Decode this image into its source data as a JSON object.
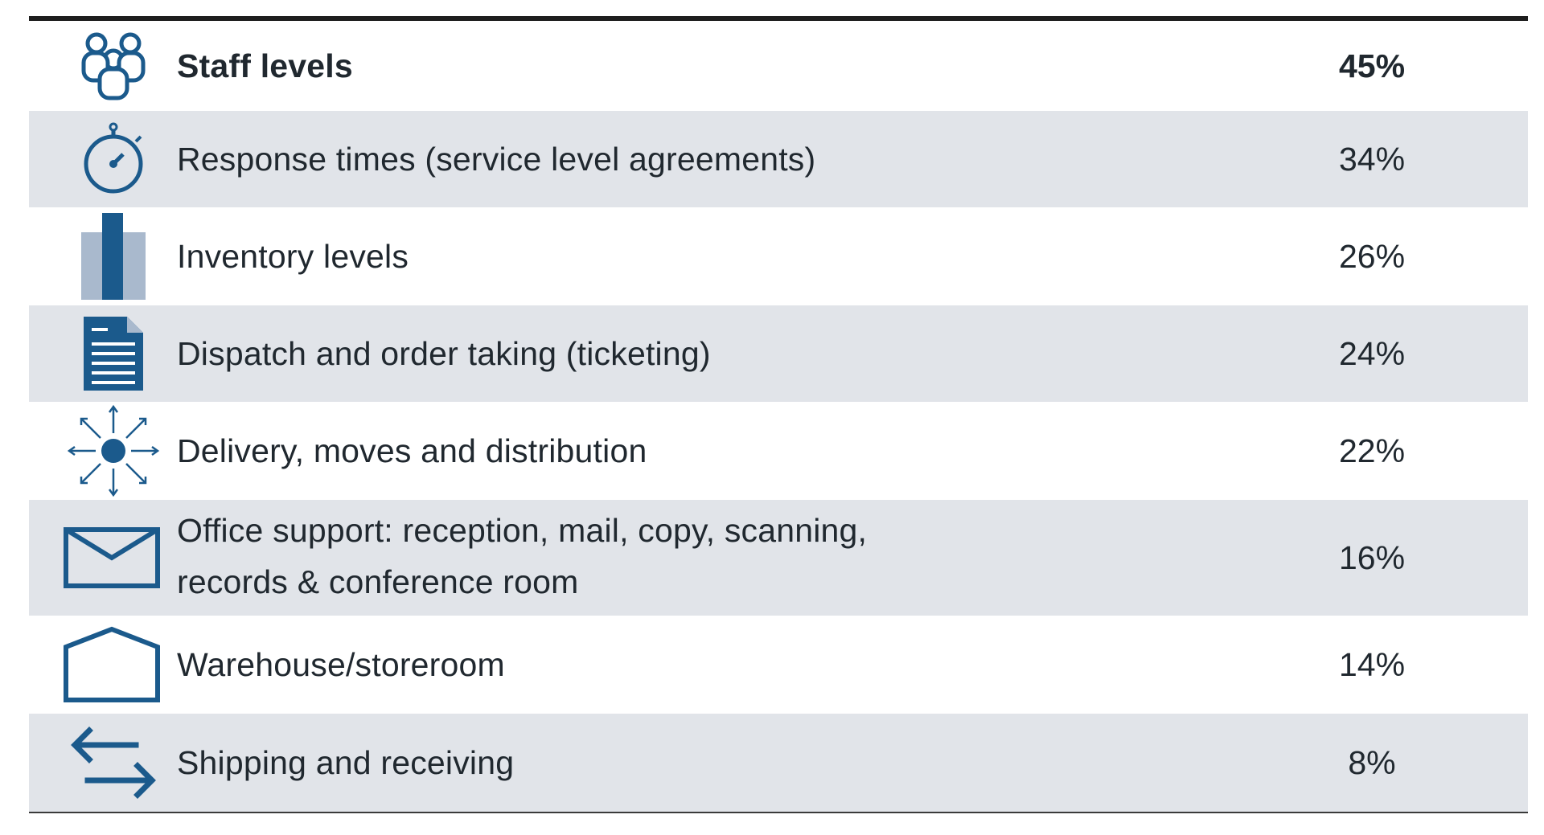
{
  "chart_data": {
    "type": "table",
    "columns": [
      "",
      ""
    ],
    "rows": [
      {
        "label": "Staff levels",
        "value": "45%",
        "icon": "people-group-icon",
        "emphasis": true
      },
      {
        "label": "Response times (service level agreements)",
        "value": "34%",
        "icon": "stopwatch-icon",
        "emphasis": false
      },
      {
        "label": "Inventory levels",
        "value": "26%",
        "icon": "bar-chart-icon",
        "emphasis": false
      },
      {
        "label": "Dispatch and order taking (ticketing)",
        "value": "24%",
        "icon": "document-icon",
        "emphasis": false
      },
      {
        "label": "Delivery, moves and distribution",
        "value": "22%",
        "icon": "radiating-arrows-icon",
        "emphasis": false
      },
      {
        "label_line1": "Office support: reception, mail, copy, scanning,",
        "label_line2": "records & conference room",
        "value": "16%",
        "icon": "envelope-icon",
        "emphasis": false
      },
      {
        "label": "Warehouse/storeroom",
        "value": "14%",
        "icon": "house-outline-icon",
        "emphasis": false
      },
      {
        "label": "Shipping and receiving",
        "value": "8%",
        "icon": "exchange-arrows-icon",
        "emphasis": false
      }
    ],
    "values": [
      45,
      34,
      26,
      24,
      22,
      16,
      14,
      8
    ],
    "unit": "%"
  },
  "colors": {
    "icon_dark": "#1b5a8c",
    "icon_light": "#a9b9cd",
    "row_shaded": "#e1e4e9",
    "text": "#20282f",
    "rule": "#1e1e1e"
  }
}
